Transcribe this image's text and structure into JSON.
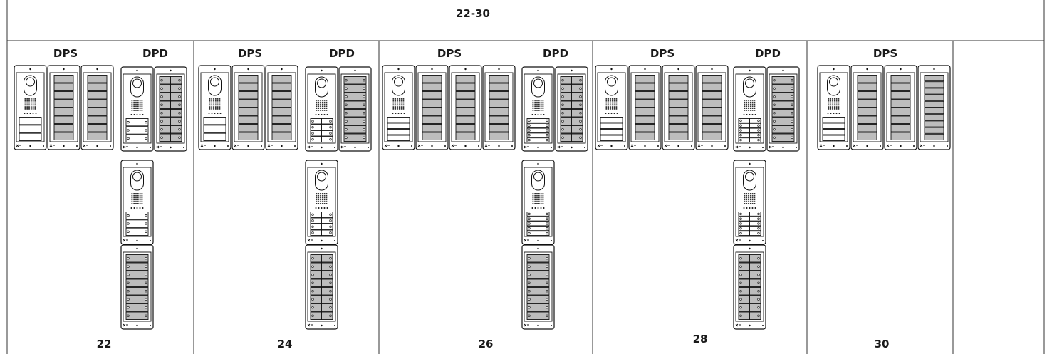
{
  "title": "22-30",
  "columns": [
    {
      "count": "22",
      "dps": {
        "label": "DPS",
        "modules": [
          {
            "type": "audio",
            "buttons": 3
          },
          {
            "type": "tags",
            "rows": 8
          },
          {
            "type": "tags",
            "rows": 8
          }
        ]
      },
      "dpd": {
        "label": "DPD",
        "rows": [
          [
            {
              "type": "audio",
              "buttons": 6
            },
            {
              "type": "dual",
              "rows": 8
            }
          ],
          [
            {
              "type": "audio",
              "buttons": 6
            }
          ],
          [
            {
              "type": "dual",
              "rows": 8
            }
          ]
        ]
      }
    },
    {
      "count": "24",
      "dps": {
        "label": "DPS",
        "modules": [
          {
            "type": "audio",
            "buttons": 3
          },
          {
            "type": "tags",
            "rows": 8
          },
          {
            "type": "tags",
            "rows": 8
          }
        ]
      },
      "dpd": {
        "label": "DPD",
        "rows": [
          [
            {
              "type": "audio",
              "buttons": 8
            },
            {
              "type": "dual",
              "rows": 8
            }
          ],
          [
            {
              "type": "audio",
              "buttons": 8
            }
          ],
          [
            {
              "type": "dual",
              "rows": 8
            }
          ]
        ]
      }
    },
    {
      "count": "26",
      "dps": {
        "label": "DPS",
        "modules": [
          {
            "type": "audio",
            "buttons": 4
          },
          {
            "type": "tags",
            "rows": 8
          },
          {
            "type": "tags",
            "rows": 8
          },
          {
            "type": "tags",
            "rows": 8
          }
        ]
      },
      "dpd": {
        "label": "DPD",
        "rows": [
          [
            {
              "type": "audio",
              "buttons": 10
            },
            {
              "type": "dual",
              "rows": 8
            }
          ],
          [
            {
              "type": "audio",
              "buttons": 10
            }
          ],
          [
            {
              "type": "dual",
              "rows": 8
            }
          ]
        ]
      }
    },
    {
      "count": "28",
      "dps": {
        "label": "DPS",
        "modules": [
          {
            "type": "audio",
            "buttons": 4
          },
          {
            "type": "tags",
            "rows": 8
          },
          {
            "type": "tags",
            "rows": 8
          },
          {
            "type": "tags",
            "rows": 8
          }
        ]
      },
      "dpd": {
        "label": "DPD",
        "rows": [
          [
            {
              "type": "audio",
              "buttons": 10
            },
            {
              "type": "dual",
              "rows": 8
            }
          ],
          [
            {
              "type": "audio",
              "buttons": 10
            }
          ],
          [
            {
              "type": "dual",
              "rows": 8
            }
          ]
        ]
      }
    },
    {
      "count": "30",
      "dps": {
        "label": "DPS",
        "modules": [
          {
            "type": "audio",
            "buttons": 4
          },
          {
            "type": "tags",
            "rows": 8
          },
          {
            "type": "tags",
            "rows": 8
          },
          {
            "type": "tags",
            "rows": 10
          }
        ]
      },
      "dpd": null
    }
  ]
}
